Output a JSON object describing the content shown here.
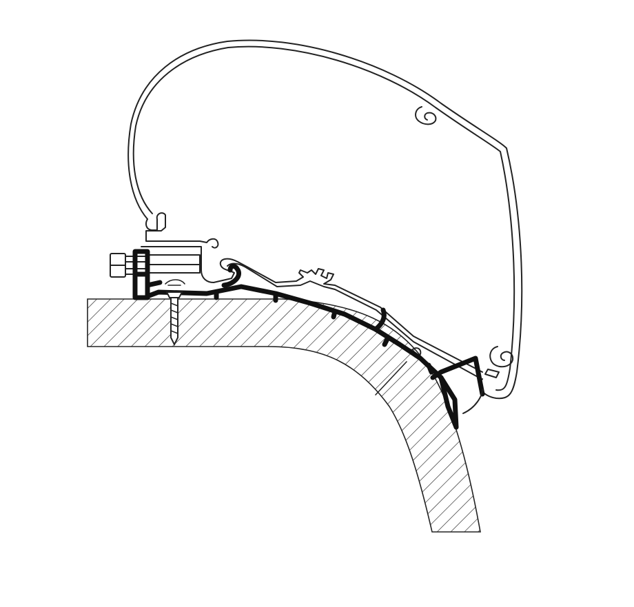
{
  "diagram": {
    "colors": {
      "background": "#ffffff",
      "line": "#222222",
      "profile": "#111111"
    },
    "parts": [
      "awning-case",
      "mounting-bracket",
      "adapter-rail",
      "roof-wall-section",
      "bolt",
      "screw"
    ]
  }
}
